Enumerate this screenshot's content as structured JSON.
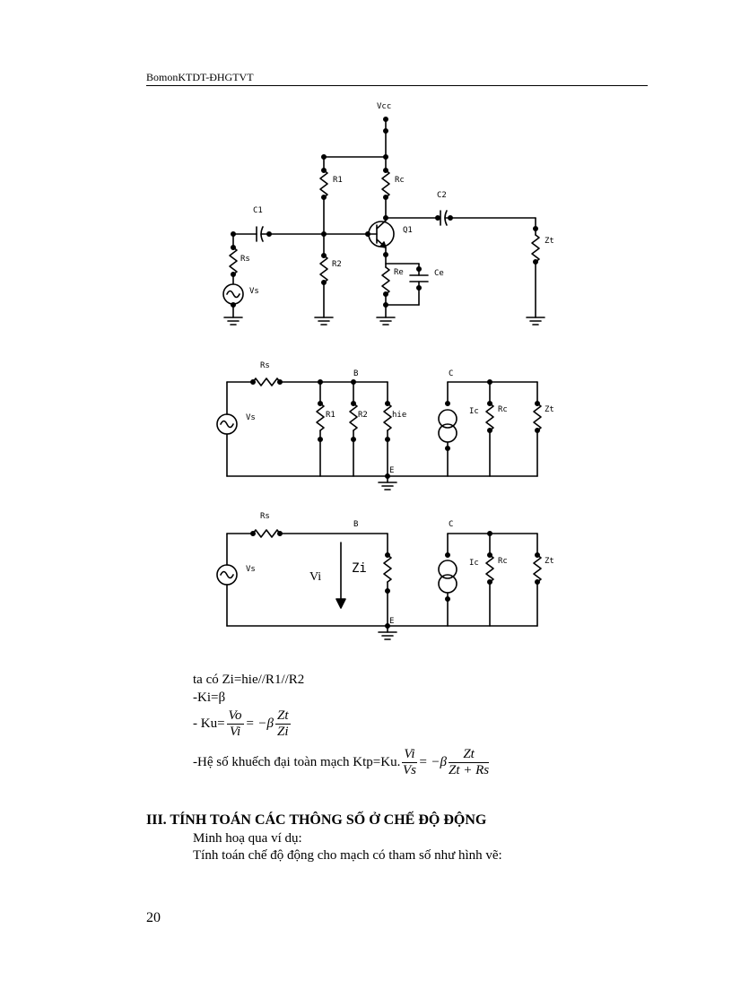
{
  "header": {
    "text": "BomonKTDT-ĐHGTVT"
  },
  "circuit1": {
    "labels": {
      "vcc": "Vcc",
      "r1": "R1",
      "rc": "Rc",
      "c2": "C2",
      "c1": "C1",
      "q1": "Q1",
      "zt": "Zt",
      "rs": "Rs",
      "r2": "R2",
      "re": "Re",
      "ce": "Ce",
      "vs": "Vs"
    }
  },
  "circuit2": {
    "labels": {
      "rs": "Rs",
      "b": "B",
      "c": "C",
      "vs": "Vs",
      "r1": "R1",
      "r2": "R2",
      "hie": "hie",
      "ic": "Ic",
      "rc": "Rc",
      "zt": "Zt",
      "e": "E"
    }
  },
  "circuit3": {
    "labels": {
      "rs": "Rs",
      "b": "B",
      "c": "C",
      "vs": "Vs",
      "vi": "Vi",
      "zi": "Zi",
      "ic": "Ic",
      "rc": "Rc",
      "zt": "Zt",
      "e": "E"
    }
  },
  "equations": {
    "line1": "ta có Zi=hie//R1//R2",
    "line2": "-Ki=β",
    "ku_prefix": "- Ku=",
    "ku_num": "Vo",
    "ku_den": "Vi",
    "ku_eq": "= −β",
    "ku_num2": "Zt",
    "ku_den2": "Zi",
    "ktp_prefix": "-Hệ số khuếch đại toàn mạch Ktp=Ku.",
    "ktp_num": "Vi",
    "ktp_den": "Vs",
    "ktp_eq": "= −β",
    "ktp_num2": "Zt",
    "ktp_den2": "Zt + Rs"
  },
  "section": {
    "title": "III. TÍNH TOÁN CÁC THÔNG SỐ Ở CHẾ ĐỘ ĐỘNG",
    "para1": "Minh hoạ qua ví dụ:",
    "para2": "Tính toán chế độ động cho mạch có tham số như hình vẽ:"
  },
  "page_number": "20"
}
